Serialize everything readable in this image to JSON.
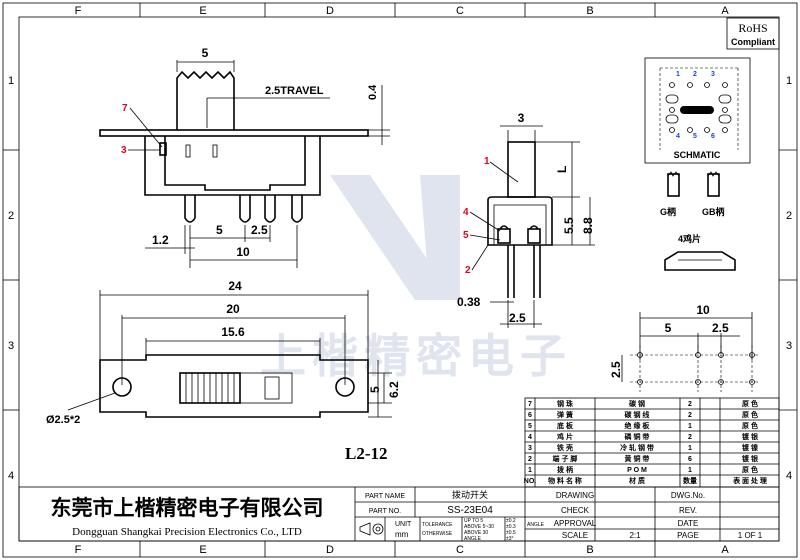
{
  "grid": {
    "columns": [
      "F",
      "E",
      "D",
      "C",
      "B",
      "A"
    ],
    "rows": [
      "1",
      "2",
      "3",
      "4"
    ]
  },
  "rohs": {
    "line1": "RoHS",
    "line2": "Compliant"
  },
  "watermark": {
    "text": "上楷精密电子"
  },
  "top_view": {
    "dim_actuator": "5",
    "dim_travel": "2.5TRAVEL",
    "dim_height": "0.4",
    "dim_pin_offset": "1.2",
    "dim_pin_pitch_a": "5",
    "dim_pin_pitch_b": "2.5",
    "dim_pin_span": "10",
    "callout_7": "7",
    "callout_3": "3"
  },
  "side_view": {
    "dim_width": "3",
    "dim_L": "L",
    "dim_5_5": "5.5",
    "dim_8_8": "8.8",
    "dim_0_38": "0.38",
    "dim_2_5": "2.5",
    "callout_1": "1",
    "callout_4": "4",
    "callout_5": "5",
    "callout_2": "2"
  },
  "bottom_view": {
    "dim_24": "24",
    "dim_20": "20",
    "dim_15_6": "15.6",
    "dim_5": "5",
    "dim_6_2": "6.2",
    "dim_hole": "Ø2.5*2",
    "model_label": "L2-12"
  },
  "schematic": {
    "title": "SCHMATIC",
    "pins": [
      "1",
      "2",
      "3",
      "4",
      "5",
      "6"
    ]
  },
  "knob_types": {
    "g": "G柄",
    "gb": "GB柄"
  },
  "clip_label": "4鸡片",
  "pcb_layout": {
    "dim_10": "10",
    "dim_5": "5",
    "dim_2_5a": "2.5",
    "dim_2_5b": "2.5"
  },
  "bom": {
    "rows": [
      {
        "no": "7",
        "name": "钢 珠",
        "material": "碳 钢",
        "qty": "2",
        "finish": "原 色"
      },
      {
        "no": "6",
        "name": "弹 簧",
        "material": "碳 钢 线",
        "qty": "2",
        "finish": "原 色"
      },
      {
        "no": "5",
        "name": "底 板",
        "material": "绝 缘 板",
        "qty": "1",
        "finish": "原 色"
      },
      {
        "no": "4",
        "name": "鸡 片",
        "material": "磷 铜 带",
        "qty": "2",
        "finish": "镀 银"
      },
      {
        "no": "3",
        "name": "铁 壳",
        "material": "冷 轧 钢 带",
        "qty": "1",
        "finish": "镀 镍"
      },
      {
        "no": "2",
        "name": "端 子 脚",
        "material": "黄 铜 带",
        "qty": "6",
        "finish": "镀 银"
      },
      {
        "no": "1",
        "name": "拨 柄",
        "material": "P O M",
        "qty": "1",
        "finish": "原 色"
      }
    ],
    "header": {
      "no": "NO.",
      "name": "物 料 名 称",
      "material": "材 质",
      "qty": "数量",
      "finish": "表 面 处 理"
    }
  },
  "title_block": {
    "company_cn": "东莞市上楷精密电子有限公司",
    "company_en": "Dongguan Shangkai Precision Electronics Co., LTD",
    "part_name_label": "PART NAME",
    "part_name_value": "拨动开关",
    "part_no_label": "PART NO.",
    "part_no_value": "SS-23E04",
    "unit_label": "UNIT",
    "unit_value": "mm",
    "tol_label1": "TOLERANCE",
    "tol_label2": "OTHERWISE",
    "tol_r1": "UP TO 5",
    "tol_v1": "±0.2",
    "tol_r2": "ABOVE 5~30",
    "tol_v2": "±0.3",
    "tol_r3": "ABOVE 30",
    "tol_v3": "±0.5",
    "tol_r4": "ANGLE",
    "tol_v4": "±3°",
    "angle_label": "ANGLE",
    "drawing_label": "DRAWING",
    "check_label": "CHECK",
    "approval_label": "APPROVAL",
    "scale_label": "SCALE",
    "scale_value": "2:1",
    "dwg_label": "DWG.No.",
    "rev_label": "REV.",
    "date_label": "DATE",
    "page_label": "PAGE",
    "page_value": "1 OF 1"
  }
}
